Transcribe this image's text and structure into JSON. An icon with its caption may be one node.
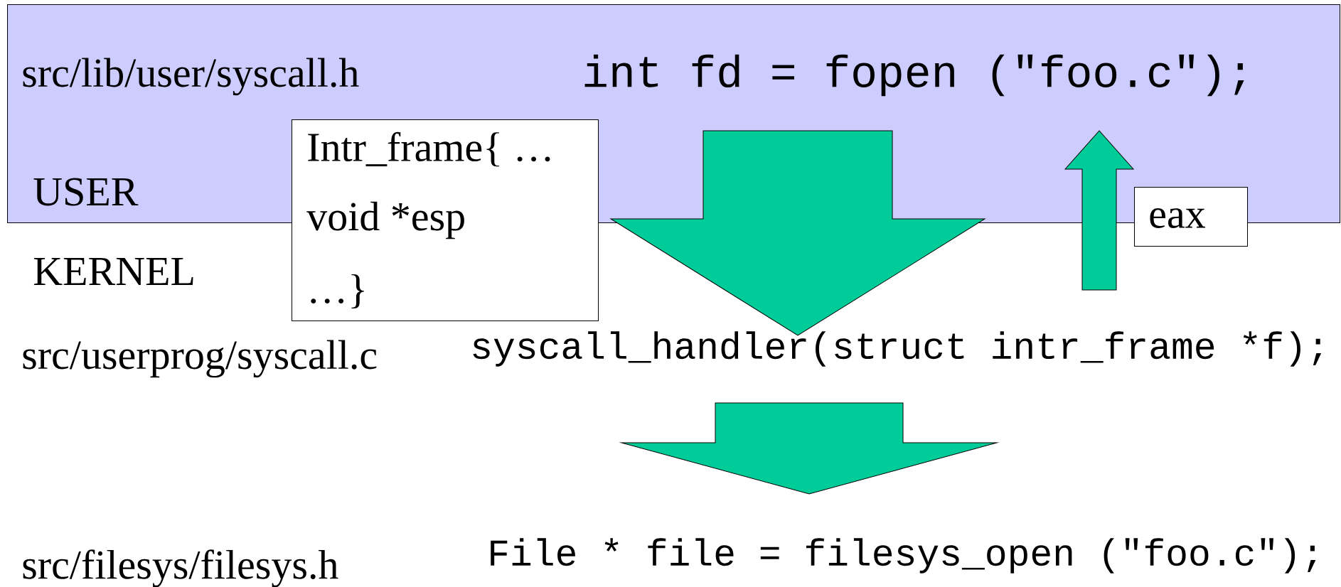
{
  "diagram": {
    "nodes": [
      {
        "text": [
          "USER"
        ]
      },
      {
        "text": [
          "int fd = fopen (\"foo.c\");"
        ],
        "in": 0
      },
      {
        "text": [
          "Intr_frame{ …",
          "void *esp",
          "…}"
        ]
      },
      {
        "text": [
          "eax"
        ]
      },
      {
        "text": [
          "syscall_handler(struct intr_frame *f);"
        ]
      },
      {
        "text": [
          "File * file = filesys_open (\"foo.c\");"
        ]
      }
    ],
    "edges": [
      {
        "from": 1,
        "to": 4,
        "arrow": "to"
      },
      {
        "from": 4,
        "to": 5,
        "arrow": "to"
      },
      {
        "from": null,
        "to": 1,
        "arrow": "to"
      }
    ],
    "labels": [
      "src/lib/user/syscall.h",
      "KERNEL",
      "src/userprog/syscall.c",
      "src/filesys/filesys.h"
    ]
  }
}
